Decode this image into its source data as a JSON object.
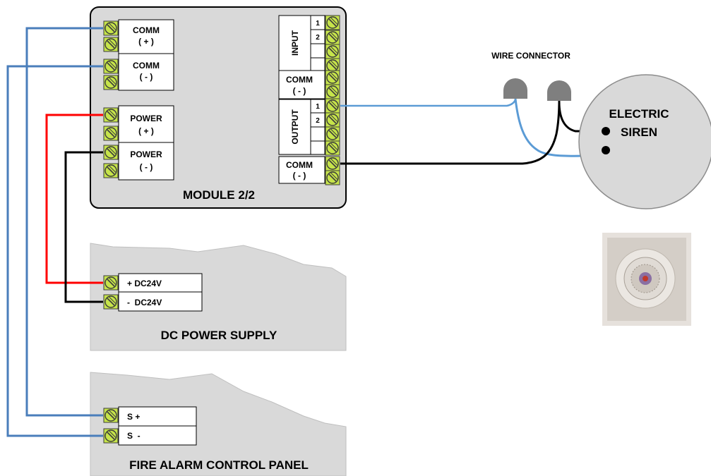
{
  "module": {
    "title": "MODULE 2/2",
    "comm_plus": [
      "COMM",
      "( + )"
    ],
    "comm_minus": [
      "COMM",
      "( - )"
    ],
    "power_plus": [
      "POWER",
      "( + )"
    ],
    "power_minus": [
      "POWER",
      "( - )"
    ],
    "input_label": "INPUT",
    "input_nums": [
      "1",
      "2"
    ],
    "comm_mid": [
      "COMM",
      "( - )"
    ],
    "output_label": "OUTPUT",
    "output_nums": [
      "1",
      "2"
    ],
    "comm_bottom": [
      "COMM",
      "( - )"
    ]
  },
  "power_supply": {
    "title": "DC POWER SUPPLY",
    "plus_label": "+ DC24V",
    "minus_label": "-  DC24V"
  },
  "panel": {
    "title": "FIRE ALARM CONTROL PANEL",
    "s_plus": "S +",
    "s_minus": "S  -"
  },
  "wire_connector_label": "WIRE CONNECTOR",
  "siren": {
    "lines": [
      "ELECTRIC",
      "SIREN"
    ]
  },
  "wire_colors": {
    "signal_blue": "#4a7ebb",
    "light_blue": "#5b9bd5",
    "power_red": "#ff0000",
    "black": "#000000"
  },
  "terminal_color": "#c6e44a",
  "panel_fill": "#d9d9d9"
}
